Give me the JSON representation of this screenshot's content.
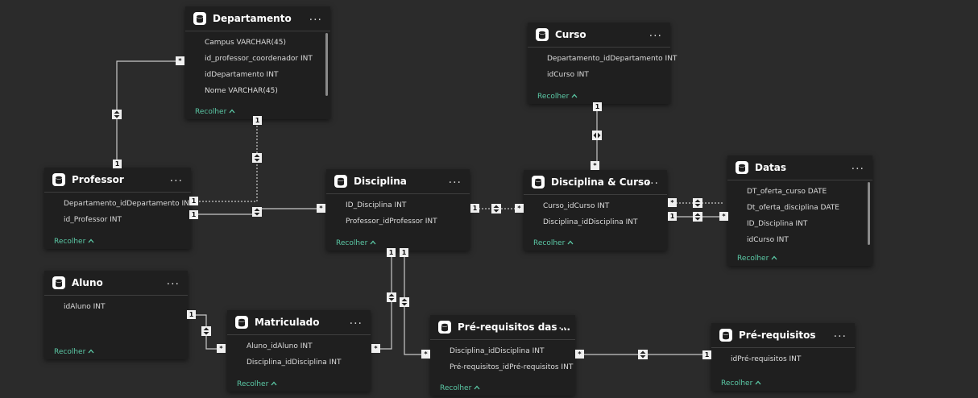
{
  "tables": {
    "departamento": {
      "name": "Departamento",
      "menu": "...",
      "collapse": "Recolher",
      "fields": [
        "Campus VARCHAR(45)",
        "id_professor_coordenador INT",
        "idDepartamento INT",
        "Nome VARCHAR(45)"
      ]
    },
    "curso": {
      "name": "Curso",
      "menu": "...",
      "collapse": "Recolher",
      "fields": [
        "Departamento_idDepartamento INT",
        "idCurso INT"
      ]
    },
    "professor": {
      "name": "Professor",
      "menu": "...",
      "collapse": "Recolher",
      "fields": [
        "Departamento_idDepartamento INT",
        "id_Professor INT"
      ]
    },
    "disciplina": {
      "name": "Disciplina",
      "menu": "...",
      "collapse": "Recolher",
      "fields": [
        "ID_Disciplina INT",
        "Professor_idProfessor INT"
      ]
    },
    "disciplina_curso": {
      "name": "Disciplina & Curso",
      "menu": "...",
      "collapse": "Recolher",
      "fields": [
        "Curso_idCurso INT",
        "Disciplina_idDisciplina INT"
      ]
    },
    "datas": {
      "name": "Datas",
      "menu": "...",
      "collapse": "Recolher",
      "fields": [
        "DT_oferta_curso DATE",
        "Dt_oferta_disciplina DATE",
        "ID_Disciplina INT",
        "idCurso INT"
      ]
    },
    "aluno": {
      "name": "Aluno",
      "menu": "...",
      "collapse": "Recolher",
      "fields": [
        "idAluno INT"
      ]
    },
    "matriculado": {
      "name": "Matriculado",
      "menu": "...",
      "collapse": "Recolher",
      "fields": [
        "Aluno_idAluno INT",
        "Disciplina_idDisciplina INT"
      ]
    },
    "prereq_disciplinas": {
      "name": "Pré-requisitos das disci...",
      "menu": "...",
      "collapse": "Recolher",
      "fields": [
        "Disciplina_idDisciplina INT",
        "Pré-requisitos_idPré-requisitos INT"
      ]
    },
    "prereq": {
      "name": "Pré-requisitos",
      "menu": "...",
      "collapse": "Recolher",
      "fields": [
        "idPré-requisitos INT"
      ]
    }
  },
  "cardinality": {
    "one": "1",
    "many": "*"
  },
  "colors": {
    "canvas": "#2b2b2b",
    "card": "#1f1f1f",
    "link": "#5bc9a6",
    "line": "#c8c8c8"
  },
  "icons": {
    "table": "table-icon",
    "menu": "more-options-icon",
    "collapse": "chevron-up-icon",
    "filter": "cross-filter-icon"
  }
}
